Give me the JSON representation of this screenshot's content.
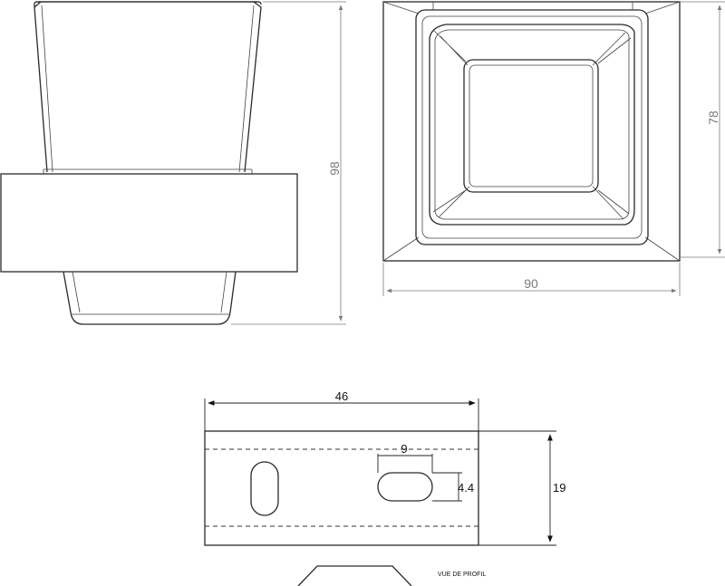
{
  "dimensions": {
    "height": "98",
    "depth": "78",
    "width": "90",
    "plate_width": "46",
    "plate_height": "19",
    "slot_width": "9",
    "slot_height": "4.4"
  },
  "notes": {
    "profile_view": "VUE DE PROFIL"
  },
  "colors": {
    "line": "#2a2a2a",
    "dimension": "#7a7a7a"
  }
}
